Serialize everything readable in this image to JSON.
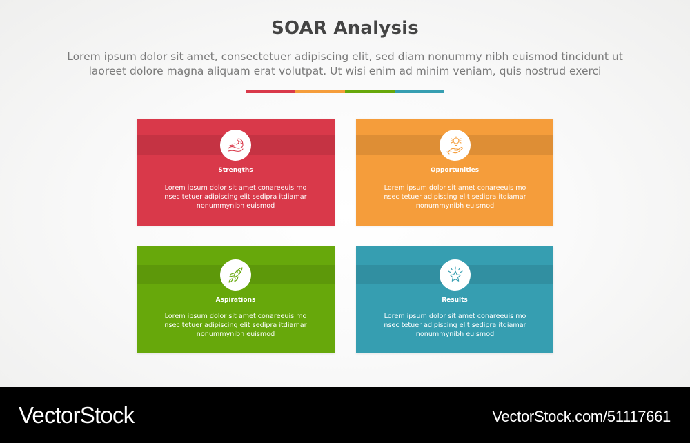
{
  "header": {
    "title": "SOAR Analysis",
    "subtitle_lines": [
      "Lorem ipsum dolor sit amet, consectetuer adipiscing elit, sed diam nonummy nibh euismod tincidunt ut",
      "laoreet dolore magna aliquam erat volutpat. Ut wisi enim ad minim veniam, quis nostrud exerci"
    ]
  },
  "divider": {
    "colors": [
      "#d9394a",
      "#f59d3b",
      "#67a80b",
      "#369eb1"
    ]
  },
  "cards": [
    {
      "title": "Strengths",
      "icon": "flexed-arm-icon",
      "color": "#d9394a",
      "body_lines": [
        "Lorem ipsum dolor sit amet conareeuis mo",
        "nsec tetuer adipiscing elit sedipra itdiamar",
        "nonummynibh euismod"
      ]
    },
    {
      "title": "Opportunities",
      "icon": "lightbulb-hand-icon",
      "color": "#f59d3b",
      "body_lines": [
        "Lorem ipsum dolor sit amet conareeuis mo",
        "nsec tetuer adipiscing elit sedipra itdiamar",
        "nonummynibh euismod"
      ]
    },
    {
      "title": "Aspirations",
      "icon": "rocket-icon",
      "color": "#67a80b",
      "body_lines": [
        "Lorem ipsum dolor sit amet conareeuis mo",
        "nsec tetuer adipiscing elit sedipra itdiamar",
        "nonummynibh euismod"
      ]
    },
    {
      "title": "Results",
      "icon": "star-sparkle-icon",
      "color": "#369eb1",
      "body_lines": [
        "Lorem ipsum dolor sit amet conareeuis mo",
        "nsec tetuer adipiscing elit sedipra itdiamar",
        "nonummynibh euismod"
      ]
    }
  ],
  "footer": {
    "brand": "VectorStock",
    "url": "VectorStock.com/51117661"
  }
}
